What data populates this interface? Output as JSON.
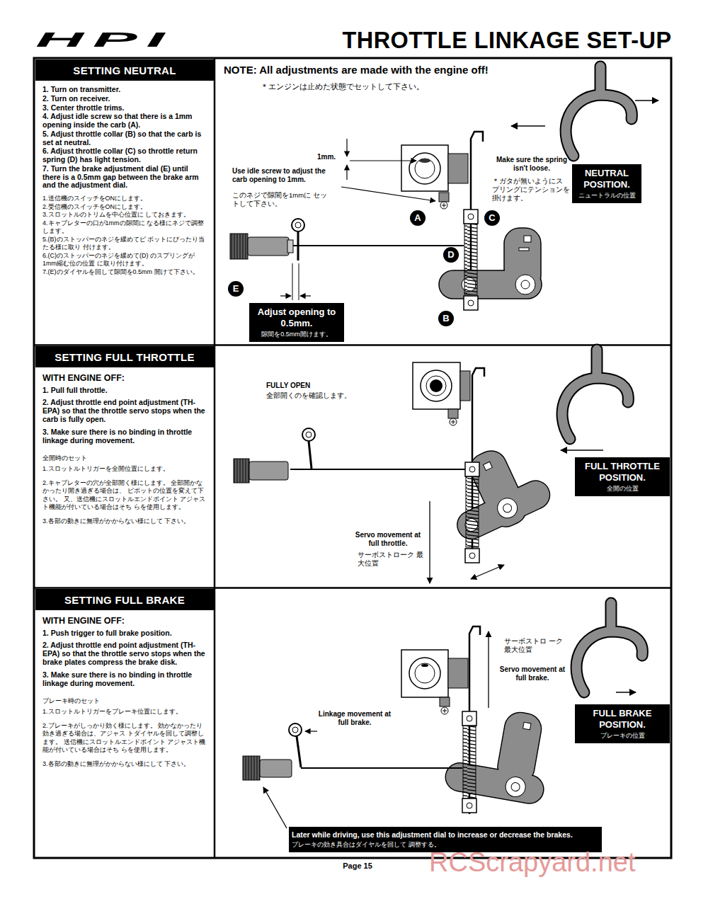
{
  "diagram": {
    "title": "THROTTLE LINKAGE SET-UP",
    "nodes": [
      {
        "text": [
          "1. Turn on transmitter.",
          "2. Turn on receiver.",
          "3. Center throttle trims.",
          "4. Adjust idle screw so that there is a 1mm opening inside the carb (A).",
          "5. Adjust throttle collar (B) so that the carb is set at neutral.",
          "6. Adjust throttle collar (C) so throttle return spring (D) has light tension.",
          "7. Turn the brake adjustment dial (E) until there is a 0.5mm gap between the brake arm and the adjustment dial.",
          "1.送信機のスイッチをONにします。",
          "2.受信機のスイッチをONにします。",
          "3.スロットルのトリムを中心位置に しておきます。",
          "4.キャブレターの口が1mmの隙間に なる様にネジで調整します。",
          "5.(B)のストッパーのネジを緩めてピ ボットにぴったり当たる様に取り 付けます。",
          "6.(C)のストッパーのネジを緩めて(D) のスプリングが1mm縮む位の位置 に取り付けます。",
          "7.(E)のダイヤルを回して隙間を0.5mm 開けて下さい。"
        ]
      },
      {
        "text": [
          "SETTING NEUTRAL"
        ],
        "in": 0
      },
      {
        "text": [
          "A"
        ]
      },
      {
        "text": [
          "C"
        ]
      },
      {
        "text": [
          "D"
        ]
      },
      {
        "text": [
          "E"
        ]
      },
      {
        "text": [
          "B"
        ]
      },
      {
        "text": [
          "NEUTRAL POSITION.",
          "ニュートラルの位置"
        ]
      },
      {
        "text": [
          "Adjust opening to 0.5mm.",
          "隙間を0.5mm開けます。"
        ]
      },
      {
        "text": [
          "WITH ENGINE OFF:",
          "1. Pull full throttle.",
          "2. Adjust throttle end point adjustment (TH-EPA) so that the throttle servo stops when the carb is fully open.",
          "3. Make sure there is no binding in throttle linkage during movement.",
          "全開時のセット",
          "1.スロットルトリガーを全開位置にします。",
          "2.キャブレターの穴が全部開く様にします。 全部開かなかったり開き過ぎる場合は、 ピボットの位置を変えて下さい。 又、送信機にスロットルエンドポイント アジャスト機能が付いている場合はそち らを使用します。",
          "3.各部の動きに無理がかからない様にして 下さい。"
        ]
      },
      {
        "text": [
          "SETTING FULL THROTTLE"
        ],
        "in": 9
      },
      {
        "text": [
          "FULL THROTTLE POSITION.",
          "全開の位置"
        ]
      },
      {
        "text": [
          "WITH ENGINE OFF:",
          "1. Push trigger to full brake position.",
          "2. Adjust throttle end point adjustment (TH-EPA) so that the throttle servo stops when the brake plates compress the brake disk.",
          "3. Make sure there is no binding in throttle linkage during movement.",
          "ブレーキ時のセット",
          "1.スロットルトリガーをブレーキ位置にします。",
          "2.ブレーキがしっかり効く様にします。 効かなかったり効き過ぎる場合は、アジャス トダイヤルを回して調整します。 送信機にスロットルエンドポイント アジャスト機能が付いている場合はそち らを使用します。",
          "3.各部の動きに無理がかからない様にして 下さい。"
        ]
      },
      {
        "text": [
          "SETTING FULL BRAKE"
        ],
        "in": 12
      },
      {
        "text": [
          "FULL BRAKE POSITION.",
          "ブレーキの位置"
        ]
      },
      {
        "text": [
          "Later while driving, use this adjustment dial to increase or decrease the brakes.",
          "ブレーキの効き具合はダイヤルを回して 調整する。"
        ]
      }
    ],
    "labels": [
      "HPI",
      "NOTE: All adjustments are made with the engine off!",
      "＊エンジンは止めた状態でセットして下さい。",
      "1mm.",
      "Use idle screw to adjust the carb opening to 1mm.",
      "このネジで隙間を1mmに セットして下さい。",
      "Make sure the spring isn't loose.",
      "＊ガタが無いようにス プリングにテンションを 掛けます。",
      "FULLY OPEN",
      "全部開くのを確認します。",
      "Servo movement at full throttle.",
      "サーボストローク 最大位置",
      "サーボストロ ーク最大位置",
      "Servo movement at full brake.",
      "Linkage movement at full brake.",
      "Page 15",
      "RCScrapyard.net"
    ]
  }
}
